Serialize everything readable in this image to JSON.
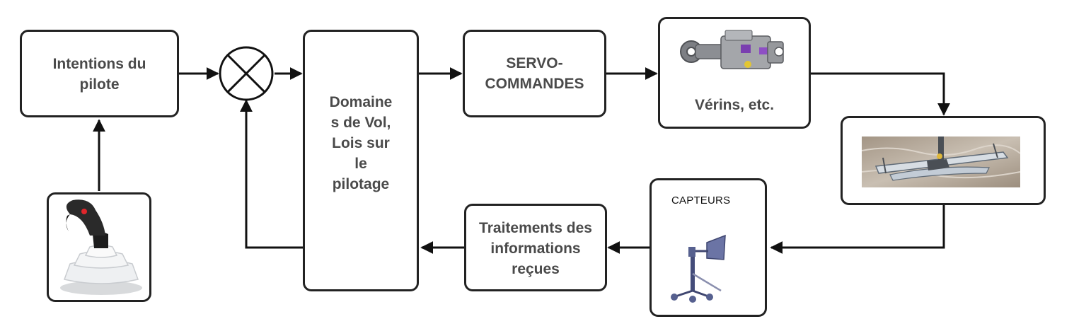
{
  "diagram": {
    "boxes": {
      "pilot_intentions": "Intentions du\npilote",
      "flight_domains": "Domaine\ns de Vol,\nLois sur\nle\npilotage",
      "servo_controls": "SERVO-\nCOMMANDES",
      "actuators": "Vérins, etc.",
      "processing": "Traitements des\ninformations\nreçues",
      "sensors": "CAPTEURS"
    },
    "colors": {
      "line": "#111111",
      "box_border": "#222222",
      "label": "#4a4a4a"
    },
    "icons": {
      "summing_junction": "summing-junction-icon",
      "joystick": "joystick-image",
      "actuator": "actuator-image",
      "trimaran": "trimaran-photo",
      "anemometer": "anemometer-image"
    }
  }
}
